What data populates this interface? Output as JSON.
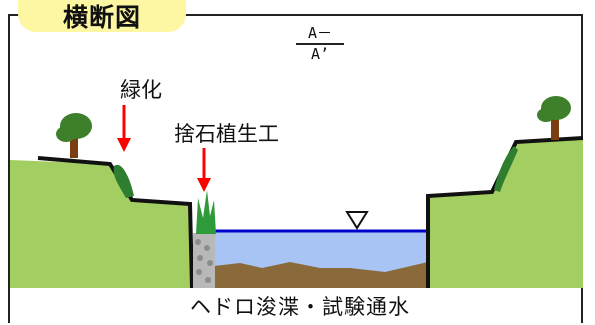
{
  "title": "横断図",
  "section_label": {
    "top": "A－",
    "bottom": "A’"
  },
  "labels": {
    "greening": "緑化",
    "riprap_planting": "捨石植生工"
  },
  "caption": "ヘドロ浚渫・試験通水",
  "colors": {
    "bank": "#a3cf62",
    "bank_outline": "#111111",
    "water": "#a8c4f5",
    "water_line": "#0000cc",
    "sludge": "#8a6a3a",
    "arrow": "#ff0000",
    "tree_foliage": "#3e7f2c",
    "tree_trunk": "#7a3e12",
    "shrub": "#2f7d2f",
    "riprap": "#b8b8b8",
    "grass": "#2e9a3a",
    "badge": "#fdf6a3"
  },
  "icons": [
    "tree-icon",
    "water-level-triangle-icon",
    "arrow-down-icon"
  ]
}
